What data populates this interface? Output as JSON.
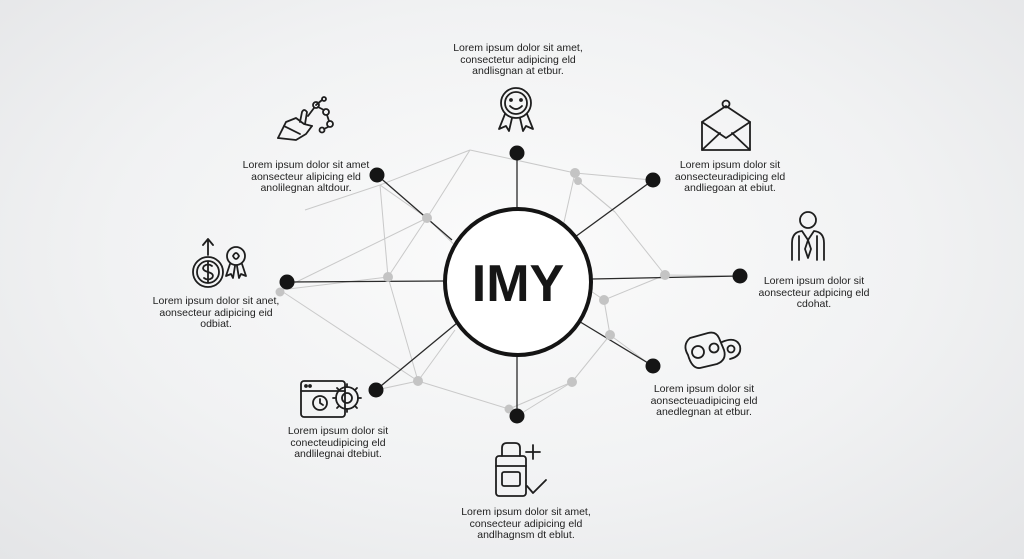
{
  "hub": {
    "label": "IMY"
  },
  "nodes": [
    {
      "id": "top",
      "icon": "smiley-ribbon-badge-icon",
      "lines": [
        "Lorem ipsum dolor sit amet,",
        "consectetur adipicing eld",
        "andlisgnan at etbur."
      ]
    },
    {
      "id": "top-right",
      "icon": "envelope-icon",
      "lines": [
        "Lorem ipsum dolor sit",
        "aonsecteuradipicing eld",
        "andliegoan at ebiut."
      ]
    },
    {
      "id": "right",
      "icon": "businessman-icon",
      "lines": [
        "Lorem ipsum dolor sit",
        "aonsecteur adpicing eld",
        "cdohat."
      ]
    },
    {
      "id": "bottom-right",
      "icon": "linked-gears-icon",
      "lines": [
        "Lorem ipsum dolor sit",
        "aonsecteuadipicing eld",
        "anedlegnan at etbur."
      ]
    },
    {
      "id": "bottom",
      "icon": "medical-bag-plus-icon",
      "lines": [
        "Lorem ipsum dolor sit amet,",
        "consecteur adipicing eld",
        "andlhagnsm dt eblut."
      ]
    },
    {
      "id": "bottom-left",
      "icon": "browser-gear-icon",
      "lines": [
        "Lorem ipsum dolor sit",
        "conecteudipicing eld",
        "andlilegnai dtebiut."
      ]
    },
    {
      "id": "left",
      "icon": "dollar-coin-award-icon",
      "lines": [
        "Lorem ipsum dolor sit anet,",
        "aonsecteur adipicing eid",
        "odbiat."
      ]
    },
    {
      "id": "top-left",
      "icon": "hand-network-icon",
      "lines": [
        "Lorem ipsum dolor sit amet",
        "aonsecteur alipicing eld",
        "anolilegnan altdour."
      ]
    }
  ]
}
